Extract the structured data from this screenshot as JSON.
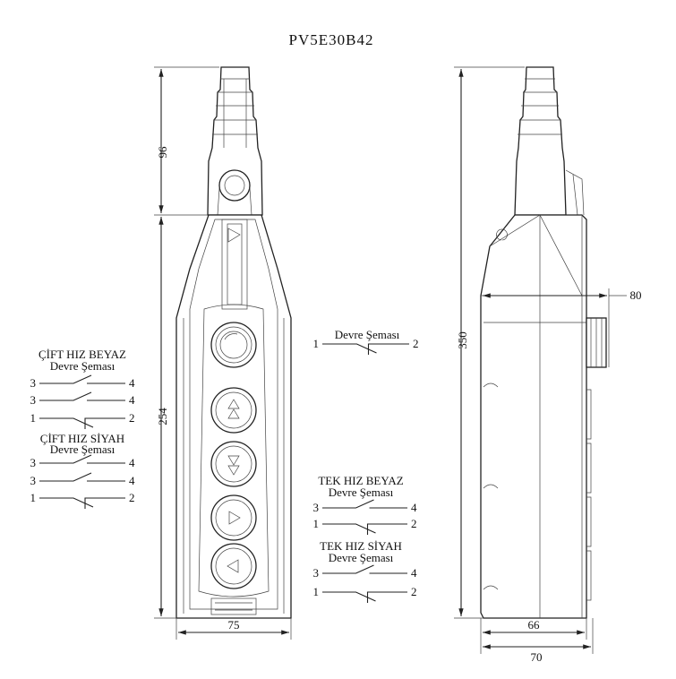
{
  "title": "PV5E30B42",
  "dimensions": {
    "d96": "96",
    "d254": "254",
    "d350": "350",
    "d75": "75",
    "d66": "66",
    "d70": "70",
    "d80": "80"
  },
  "schemas": [
    {
      "id": "estop",
      "title": "",
      "subtitle": "Devre Şeması",
      "contacts": [
        {
          "left": "1",
          "right": "2",
          "type": "NC"
        }
      ]
    },
    {
      "id": "cift-beyaz",
      "title": "ÇİFT HIZ BEYAZ",
      "subtitle": "Devre Şeması",
      "contacts": [
        {
          "left": "3",
          "right": "4",
          "type": "NO"
        },
        {
          "left": "3",
          "right": "4",
          "type": "NO"
        },
        {
          "left": "1",
          "right": "2",
          "type": "NC"
        }
      ]
    },
    {
      "id": "cift-siyah",
      "title": "ÇİFT HIZ SİYAH",
      "subtitle": "Devre Şeması",
      "contacts": [
        {
          "left": "3",
          "right": "4",
          "type": "NO"
        },
        {
          "left": "3",
          "right": "4",
          "type": "NO"
        },
        {
          "left": "1",
          "right": "2",
          "type": "NC"
        }
      ]
    },
    {
      "id": "tek-beyaz",
      "title": "TEK HIZ BEYAZ",
      "subtitle": "Devre Şeması",
      "contacts": [
        {
          "left": "3",
          "right": "4",
          "type": "NO"
        },
        {
          "left": "1",
          "right": "2",
          "type": "NC"
        }
      ]
    },
    {
      "id": "tek-siyah",
      "title": "TEK HIZ SİYAH",
      "subtitle": "Devre Şeması",
      "contacts": [
        {
          "left": "3",
          "right": "4",
          "type": "NO"
        },
        {
          "left": "1",
          "right": "2",
          "type": "NC"
        }
      ]
    }
  ],
  "buttons": [
    {
      "name": "emergency-stop",
      "symbol": "estop"
    },
    {
      "name": "up-double",
      "symbol": "up2"
    },
    {
      "name": "down-double",
      "symbol": "down2"
    },
    {
      "name": "right",
      "symbol": "right"
    },
    {
      "name": "left",
      "symbol": "left"
    }
  ]
}
